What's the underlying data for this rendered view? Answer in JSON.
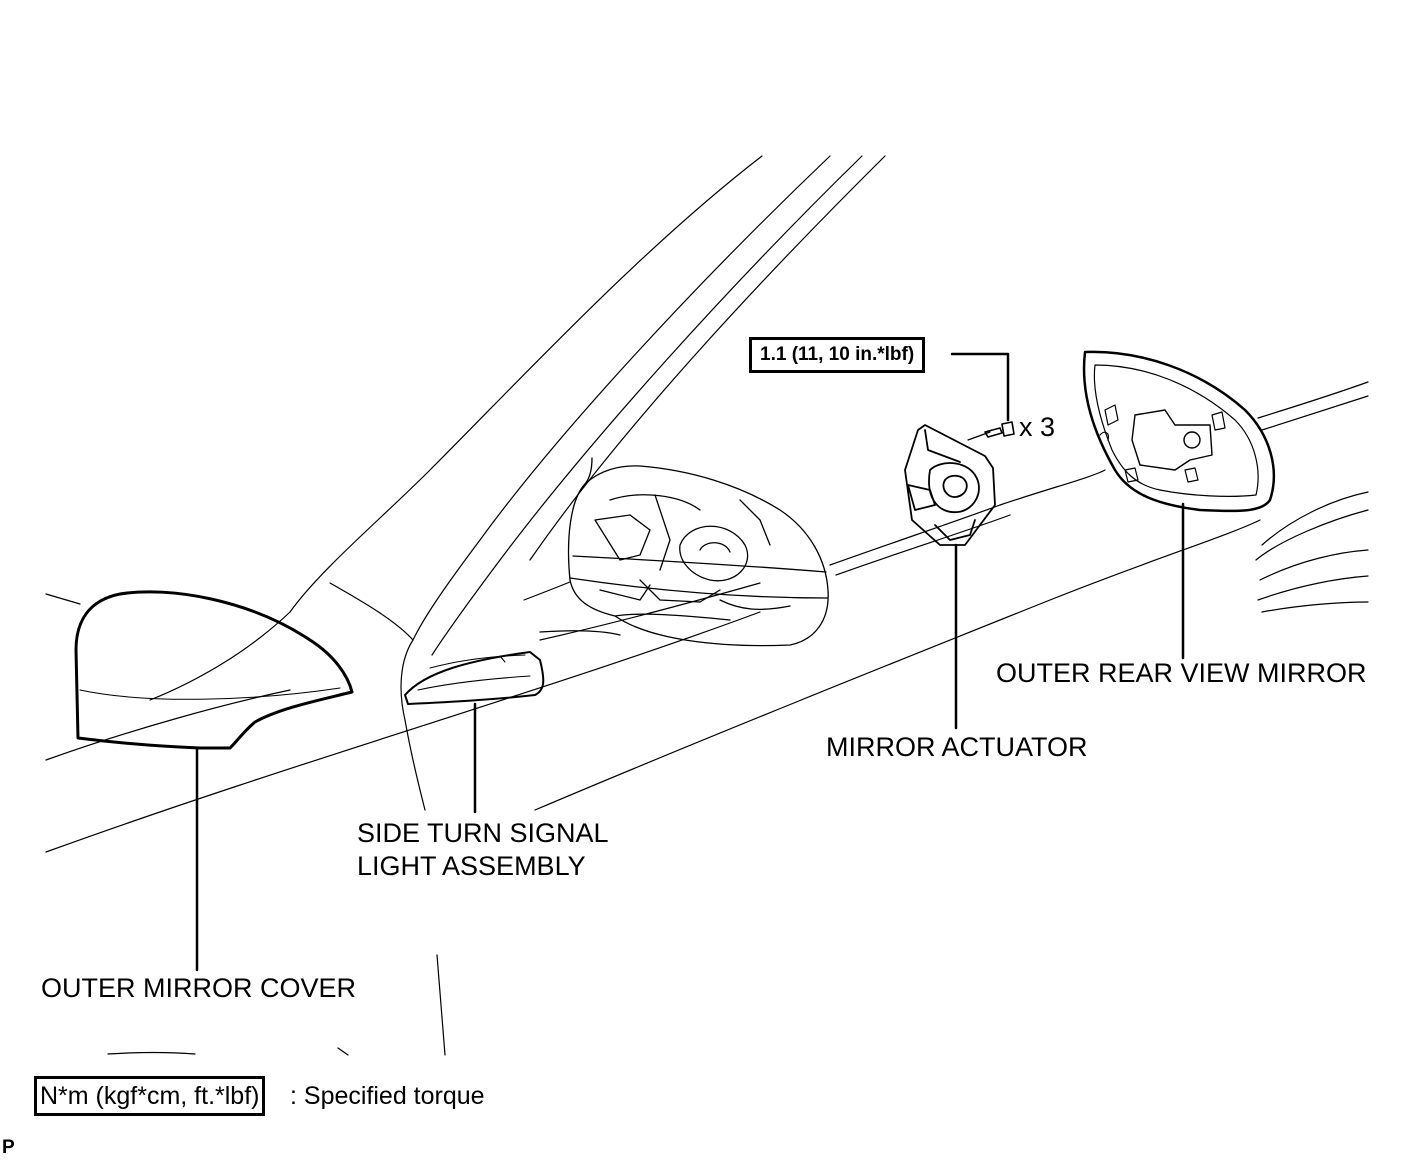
{
  "labels": {
    "torque_value": "1.1 (11, 10 in.*lbf)",
    "quantity": "x 3",
    "outer_rear_view_mirror": "OUTER REAR VIEW MIRROR",
    "mirror_actuator": "MIRROR ACTUATOR",
    "side_turn_signal_line1": "SIDE TURN SIGNAL",
    "side_turn_signal_line2": "LIGHT ASSEMBLY",
    "outer_mirror_cover": "OUTER MIRROR COVER"
  },
  "legend": {
    "unit": "N*m (kgf*cm, ft.*lbf)",
    "description": ": Specified torque"
  },
  "corner_mark": "P"
}
